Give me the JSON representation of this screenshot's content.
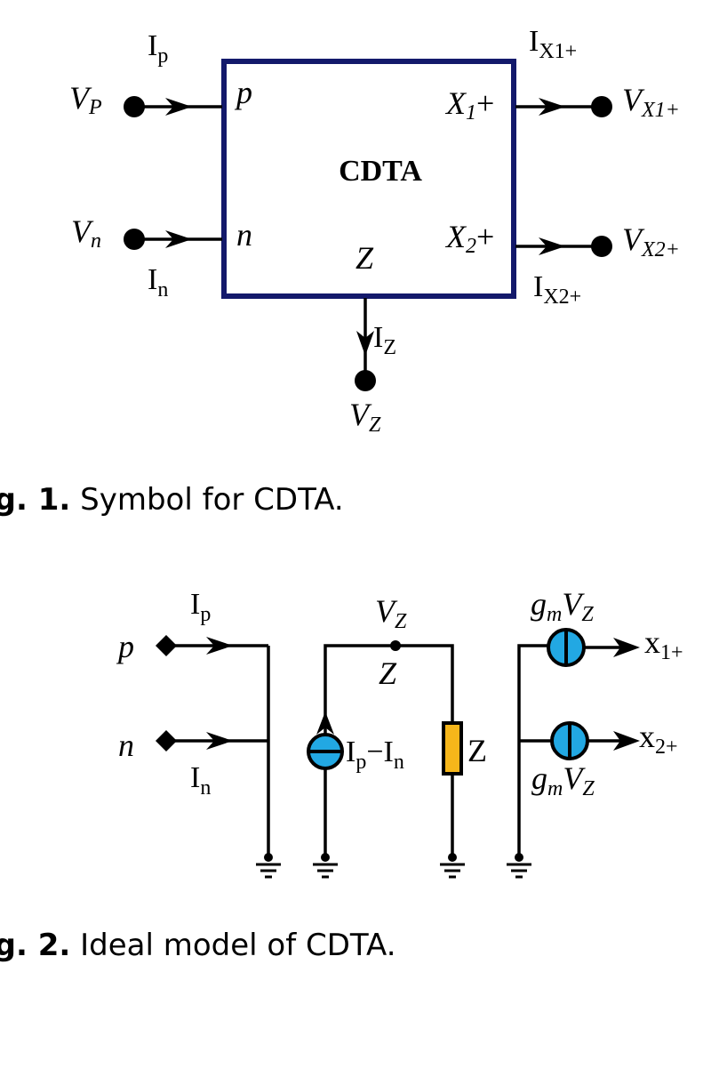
{
  "colors": {
    "box_border": "#13196b",
    "source_fill": "#22a8e3",
    "impedance_fill": "#f6b61a"
  },
  "fig1": {
    "block_label": "CDTA",
    "ports": {
      "p": {
        "pin": "p",
        "voltage": "V",
        "voltage_sub": "P",
        "current": "I",
        "current_sub": "p"
      },
      "n": {
        "pin": "n",
        "voltage": "V",
        "voltage_sub": "n",
        "current": "I",
        "current_sub": "n"
      },
      "x1": {
        "pin": "X",
        "pin_sub": "1",
        "pin_suffix": "+",
        "voltage": "V",
        "voltage_sub": "X1+",
        "current": "I",
        "current_sub": "X1+"
      },
      "x2": {
        "pin": "X",
        "pin_sub": "2",
        "pin_suffix": "+",
        "voltage": "V",
        "voltage_sub": "X2+",
        "current": "I",
        "current_sub": "X2+"
      },
      "z": {
        "pin": "Z",
        "voltage": "V",
        "voltage_sub": "Z",
        "current": "I",
        "current_sub": "Z"
      }
    },
    "caption": {
      "label": "ig. 1.",
      "text": " Symbol for CDTA."
    }
  },
  "fig2": {
    "p": {
      "terminal": "p",
      "current": "I",
      "current_sub": "p"
    },
    "n": {
      "terminal": "n",
      "current": "I",
      "current_sub": "n"
    },
    "z_node": {
      "voltage": "V",
      "voltage_sub": "Z",
      "label": "Z"
    },
    "source": {
      "i1": "I",
      "i1_sub": "p",
      "minus": "−",
      "i2": "I",
      "i2_sub": "n"
    },
    "impedance_label": "Z",
    "out1": {
      "gain": "g",
      "gain_sub": "m",
      "v": "V",
      "v_sub": "Z",
      "terminal": "x",
      "terminal_sub": "1+"
    },
    "out2": {
      "gain": "g",
      "gain_sub": "m",
      "v": "V",
      "v_sub": "Z",
      "terminal": "x",
      "terminal_sub": "2+"
    },
    "caption": {
      "label": "ig. 2.",
      "text": " Ideal model of CDTA."
    }
  }
}
